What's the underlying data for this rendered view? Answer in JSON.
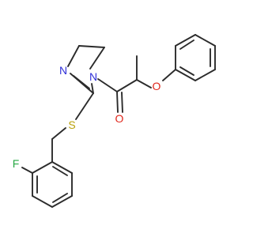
{
  "molecule": {
    "atom_labels": {
      "ring_n_imine": "N",
      "ring_n_amide": "N",
      "thioether_s": "S",
      "carbonyl_o": "O",
      "ether_o": "O",
      "fluorine": "F"
    },
    "colors": {
      "bond": "#2b2b2b",
      "nitrogen": "#2f2fd8",
      "oxygen": "#e0261b",
      "sulfur": "#b9a10c",
      "fluorine": "#27a844"
    }
  }
}
